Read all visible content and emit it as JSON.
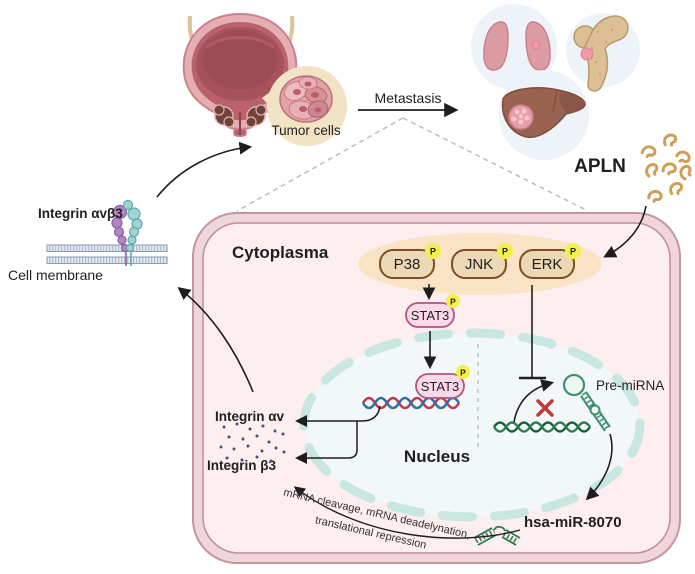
{
  "figure": {
    "top": {
      "tumor_cells_label": "Tumor cells",
      "metastasis_label": "Metastasis",
      "apln_label": "APLN"
    },
    "membrane": {
      "integrin_label": "Integrin αvβ3",
      "cell_membrane_label": "Cell membrane"
    },
    "cell": {
      "cytoplasm_label": "Cytoplasma",
      "kinases": [
        {
          "label": "P38",
          "phospho": "P"
        },
        {
          "label": "JNK",
          "phospho": "P"
        },
        {
          "label": "ERK",
          "phospho": "P"
        }
      ],
      "stat3_cytoplasm": {
        "label": "STAT3",
        "phospho": "P"
      },
      "nucleus": {
        "label": "Nucleus",
        "stat3_nuclear": {
          "label": "STAT3",
          "phospho": "P"
        },
        "pre_mirna_label": "Pre-miRNA"
      },
      "outputs": {
        "integrin_av_label": "Integrin αv",
        "integrin_b3_label": "Integrin β3",
        "mirna_label": "hsa-miR-8070",
        "mrna_note_line1": "mRNA cleavage, mRNA deadelynation,",
        "mrna_note_line2": "translational repression"
      }
    },
    "colors": {
      "phosphate_badge": "#f3f04c",
      "kinase_fill": "#ecd8b4",
      "kinase_border": "#7d4e22",
      "stat3_fill": "#fbd9e9",
      "stat3_border": "#b4537f",
      "cell_fill": "#fdeef0",
      "cell_border": "#c497a0",
      "nucleus_dash": "#c8e7e0",
      "signal_ellipse": "#fbe4c5",
      "mirna_green": "#2a7a4d",
      "inhibit_x_red": "#bf3a3a"
    }
  }
}
